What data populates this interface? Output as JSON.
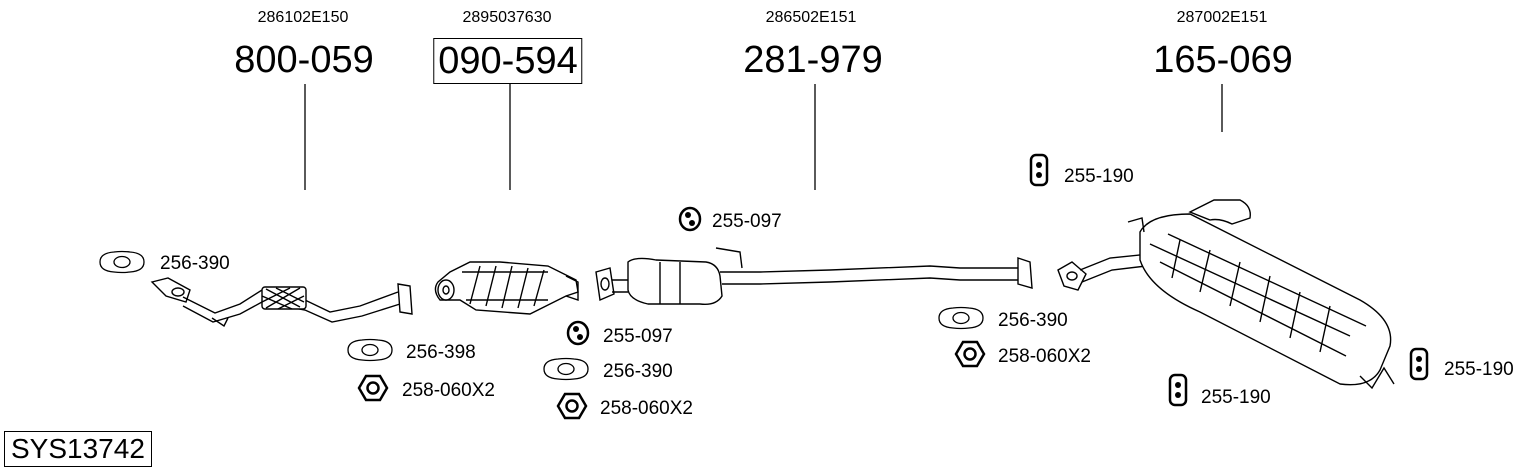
{
  "system_code": "SYS13742",
  "main_parts": [
    {
      "oem": "286102E150",
      "part_no": "800-059",
      "boxed": false
    },
    {
      "oem": "2895037630",
      "part_no": "090-594",
      "boxed": true
    },
    {
      "oem": "286502E151",
      "part_no": "281-979",
      "boxed": false
    },
    {
      "oem": "287002E151",
      "part_no": "165-069",
      "boxed": false
    }
  ],
  "accessories": [
    "256-390",
    "256-398",
    "258-060X2",
    "255-097",
    "255-097",
    "256-390",
    "258-060X2",
    "256-390",
    "258-060X2",
    "255-190",
    "255-190",
    "255-190"
  ]
}
